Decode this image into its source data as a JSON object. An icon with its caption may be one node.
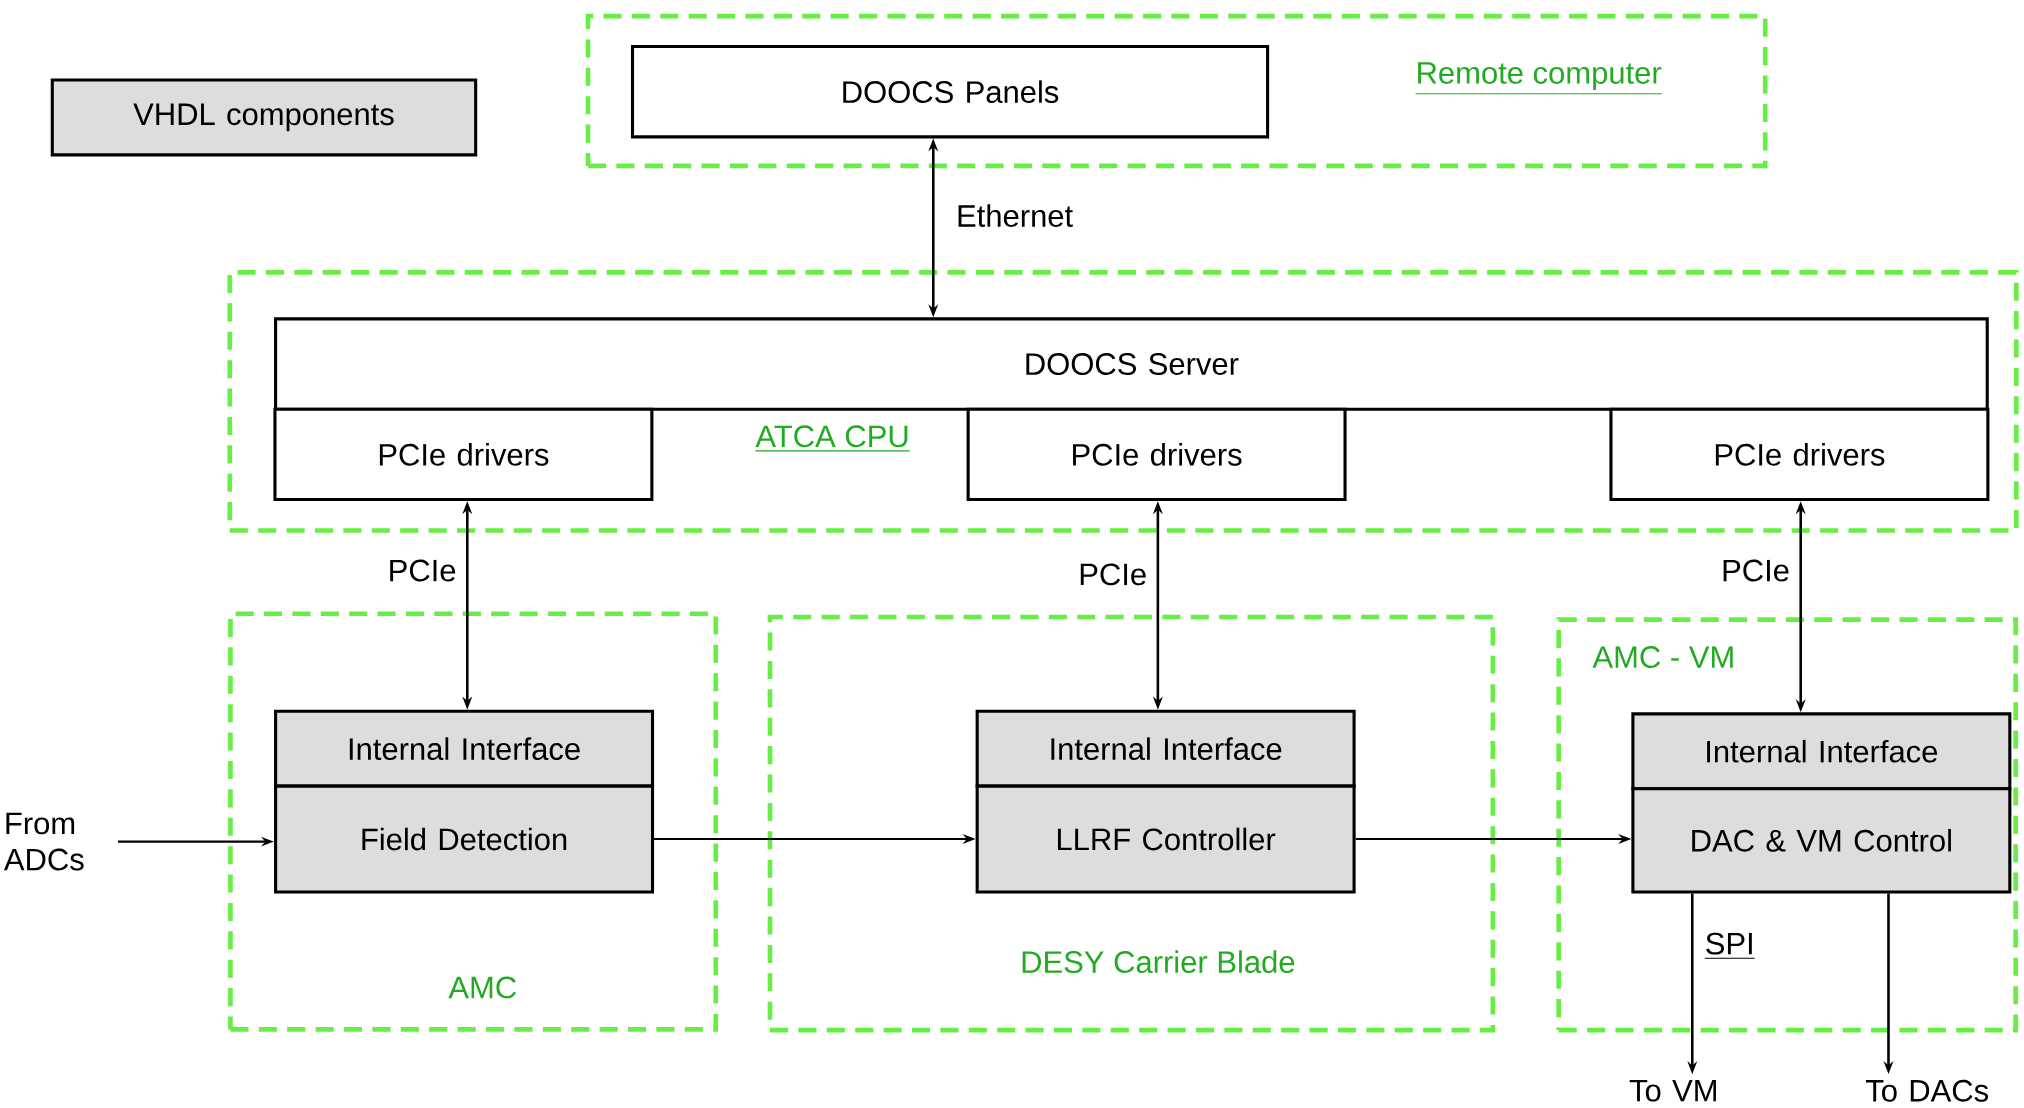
{
  "diagram": {
    "nodes": [
      {
        "text": [
          "VHDL components"
        ]
      },
      {
        "text": [
          "Remote computer"
        ]
      },
      {
        "text": [
          "DOOCS Panels"
        ],
        "in": 1
      },
      {
        "text": [
          "ATCA CPU"
        ]
      },
      {
        "text": [
          "DOOCS Server"
        ],
        "in": 3
      },
      {
        "text": [
          "PCIe drivers"
        ],
        "in": 3
      },
      {
        "text": [
          "PCIe drivers"
        ],
        "in": 3
      },
      {
        "text": [
          "PCIe drivers"
        ],
        "in": 3
      },
      {
        "text": [
          "AMC"
        ]
      },
      {
        "text": [
          "Internal Interface"
        ],
        "in": 8
      },
      {
        "text": [
          "Field Detection"
        ],
        "in": 8
      },
      {
        "text": [
          "DESY Carrier Blade"
        ]
      },
      {
        "text": [
          "Internal Interface"
        ],
        "in": 11
      },
      {
        "text": [
          "LLRF Controller"
        ],
        "in": 11
      },
      {
        "text": [
          "AMC - VM"
        ]
      },
      {
        "text": [
          "Internal Interface"
        ],
        "in": 14
      },
      {
        "text": [
          "DAC & VM Control"
        ],
        "in": 14
      },
      {
        "text": [
          "From ADCs"
        ]
      },
      {
        "text": [
          "To VM"
        ]
      },
      {
        "text": [
          "To DACs"
        ]
      }
    ],
    "edges": [
      {
        "from": 2,
        "to": 4,
        "arrow": "both",
        "label": "Ethernet"
      },
      {
        "from": 5,
        "to": 9,
        "arrow": "both",
        "label": "PCIe"
      },
      {
        "from": 6,
        "to": 12,
        "arrow": "both",
        "label": "PCIe"
      },
      {
        "from": 7,
        "to": 15,
        "arrow": "both",
        "label": "PCIe"
      },
      {
        "from": 17,
        "to": 10,
        "arrow": "to"
      },
      {
        "from": 10,
        "to": 13,
        "arrow": "to"
      },
      {
        "from": 13,
        "to": 16,
        "arrow": "to"
      },
      {
        "from": 16,
        "to": 18,
        "arrow": "to",
        "label": "SPI"
      },
      {
        "from": 16,
        "to": 19,
        "arrow": "to"
      }
    ]
  }
}
